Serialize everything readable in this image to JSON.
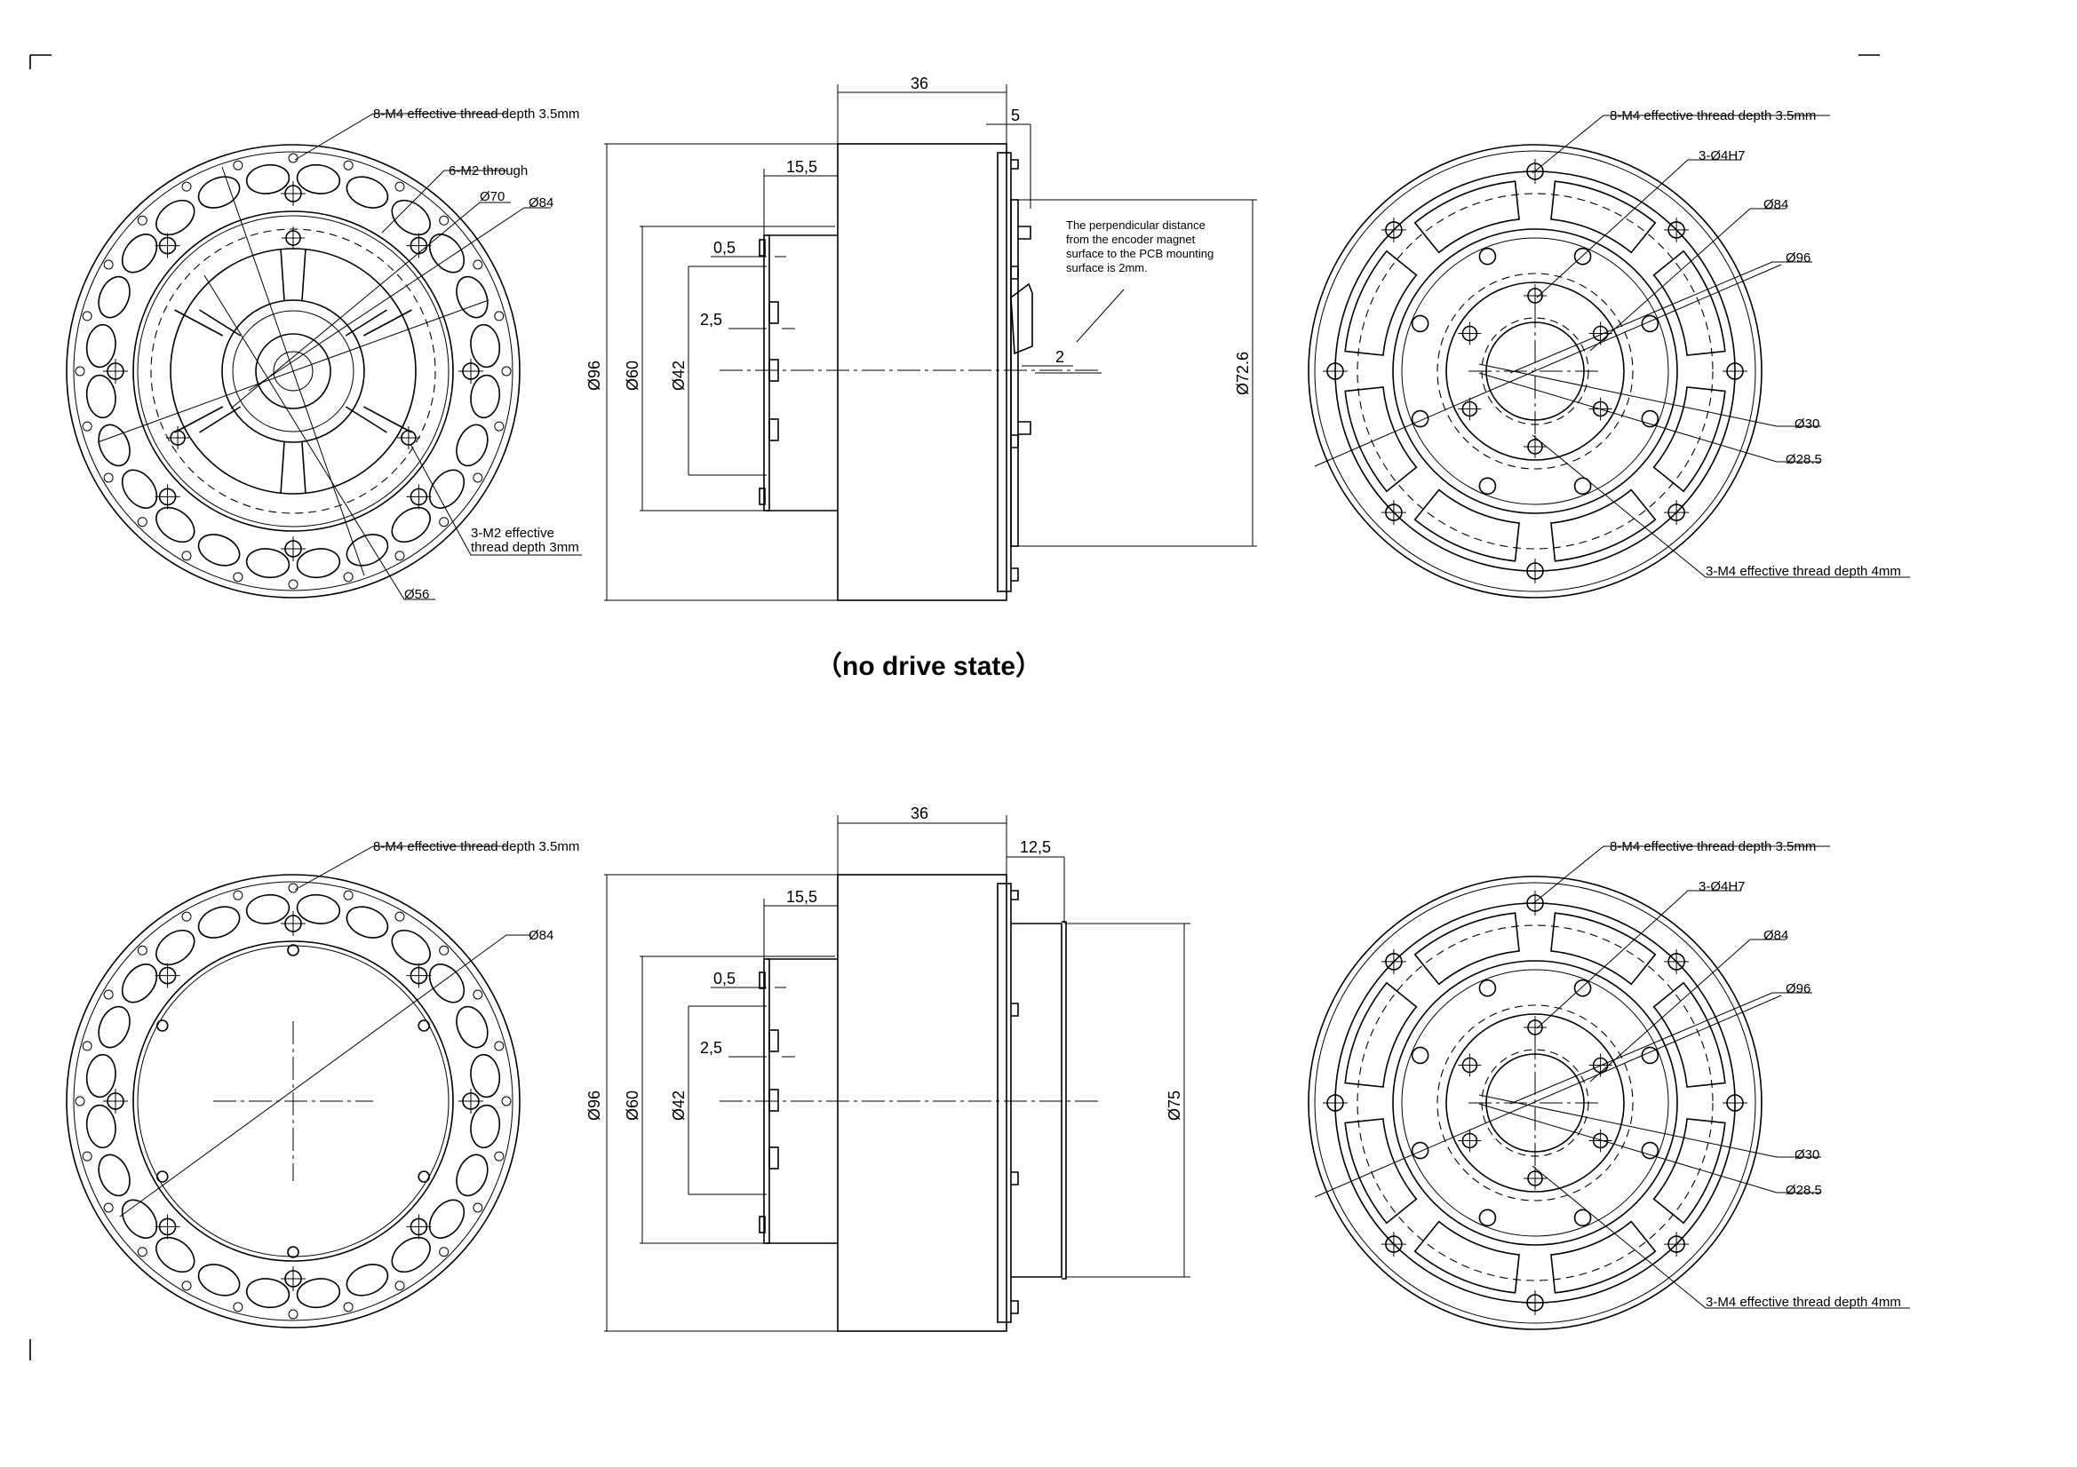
{
  "caption": "（no drive state）",
  "top_front": {
    "thread_8m4": "8-M4 effective thread depth 3.5mm",
    "m2_through": "6-M2 through",
    "d70": "Ø70",
    "d84": "Ø84",
    "m2_effective_1": "3-M2 effective",
    "m2_effective_2": "thread depth 3mm",
    "d56": "Ø56"
  },
  "top_side": {
    "dim_36": "36",
    "dim_5": "5",
    "dim_15_5": "15,5",
    "dim_0_5": "0,5",
    "dim_2_5": "2,5",
    "dim_96": "Ø96",
    "dim_60": "Ø60",
    "dim_42": "Ø42",
    "dim_2": "2",
    "dim_72_6": "Ø72.6",
    "note_lines": [
      "The perpendicular distance",
      "from the encoder magnet",
      "surface to the PCB mounting",
      "surface is 2mm."
    ]
  },
  "top_back": {
    "thread_8m4": "8-M4 effective thread depth 3.5mm",
    "h7": "3-Ø4H7",
    "d84": "Ø84",
    "d96": "Ø96",
    "d30": "Ø30",
    "d28_5": "Ø28.5",
    "thread_3m4": "3-M4 effective thread depth 4mm"
  },
  "bottom_front": {
    "thread_8m4": "8-M4 effective thread depth 3.5mm",
    "d84": "Ø84"
  },
  "bottom_side": {
    "dim_36": "36",
    "dim_12_5": "12,5",
    "dim_15_5": "15,5",
    "dim_0_5": "0,5",
    "dim_2_5": "2,5",
    "dim_96": "Ø96",
    "dim_60": "Ø60",
    "dim_42": "Ø42",
    "dim_75": "Ø75"
  },
  "bottom_back": {
    "thread_8m4": "8-M4 effective thread depth 3.5mm",
    "h7": "3-Ø4H7",
    "d84": "Ø84",
    "d96": "Ø96",
    "d30": "Ø30",
    "d28_5": "Ø28.5",
    "thread_3m4": "3-M4 effective thread depth 4mm"
  }
}
